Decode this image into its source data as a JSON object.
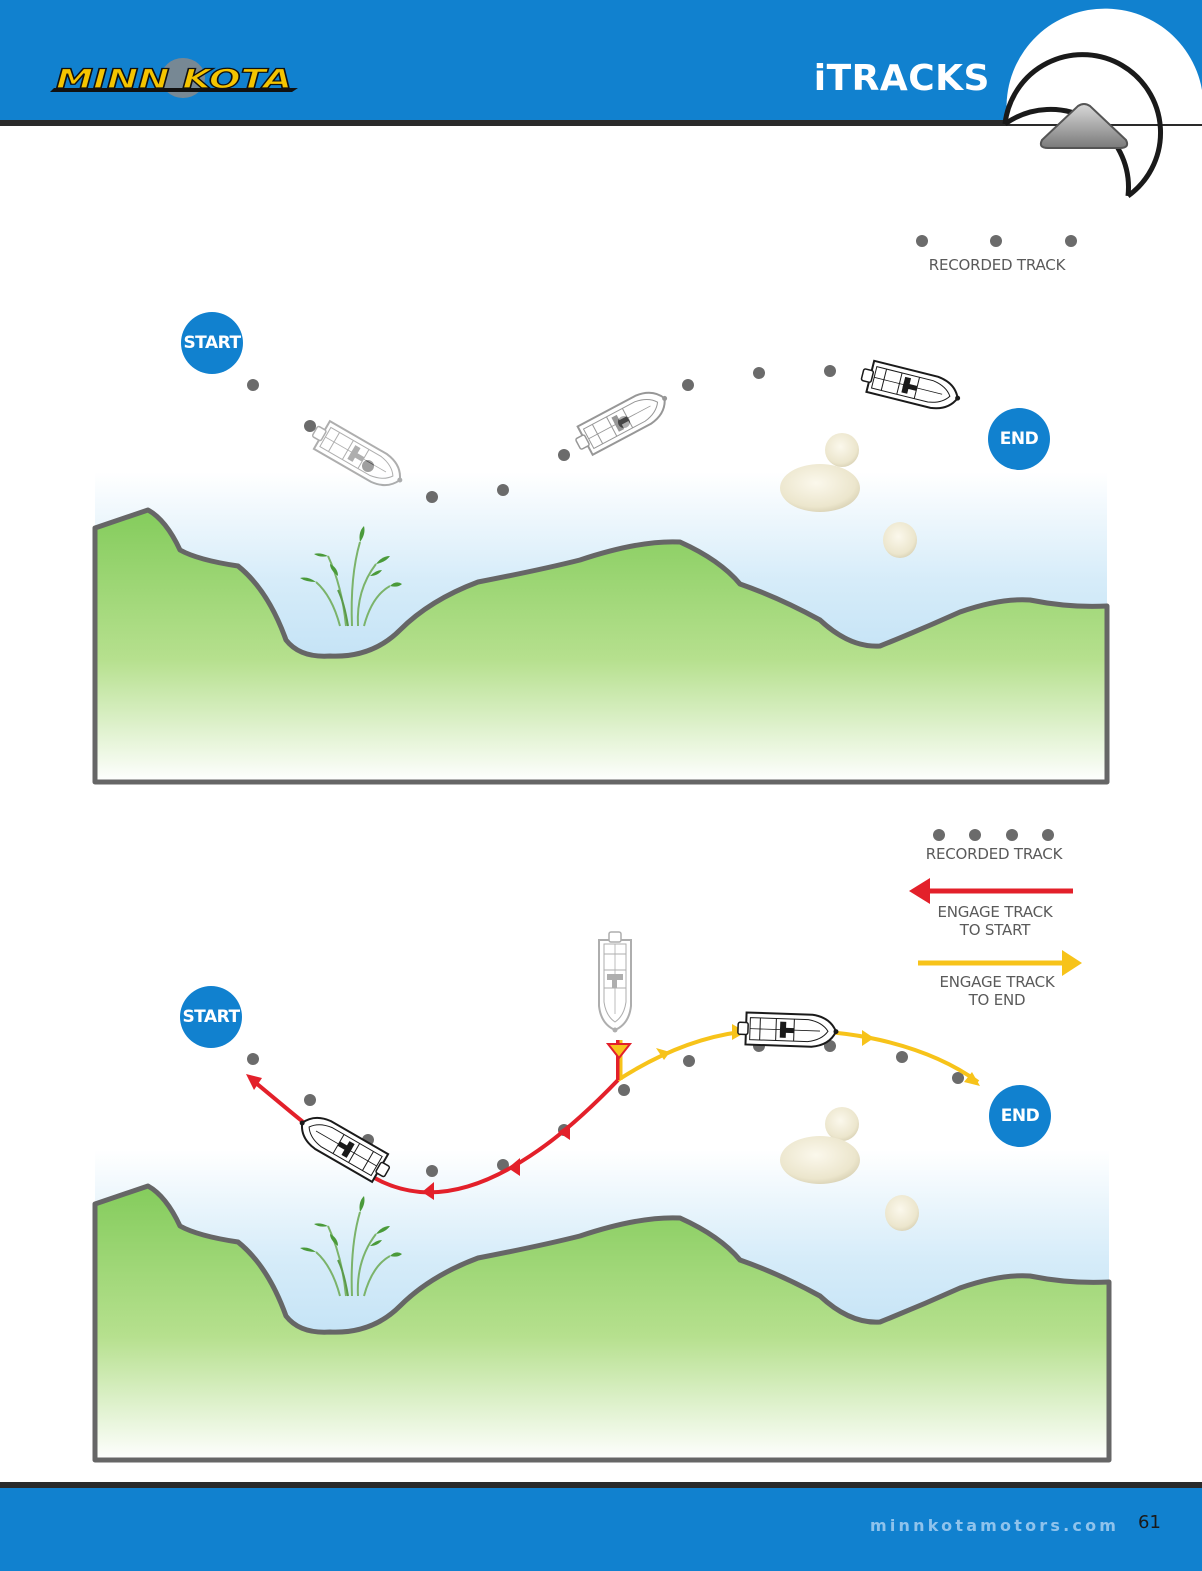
{
  "header": {
    "brand": "MINN KOTA",
    "section_title": "iTRACKS",
    "up_button_icon": "up-triangle-icon"
  },
  "diagram_top": {
    "legend": {
      "recorded_track": "RECORDED TRACK"
    },
    "start_label": "START",
    "end_label": "END"
  },
  "diagram_bottom": {
    "legend": {
      "recorded_track": "RECORDED TRACK",
      "engage_to_start": "ENGAGE TRACK TO START",
      "engage_to_end": "ENGAGE TRACK TO END"
    },
    "start_label": "START",
    "end_label": "END"
  },
  "colors": {
    "brand_blue": "#1181cf",
    "track_dot": "#6b6b6b",
    "engage_to_start": "#e3202a",
    "engage_to_end": "#f7c31a",
    "land": "#8fd06a",
    "water": "#bfe0f4",
    "logo_yellow": "#f5c400"
  },
  "footer": {
    "url": "minnkotamotors.com",
    "page_number": "61"
  }
}
